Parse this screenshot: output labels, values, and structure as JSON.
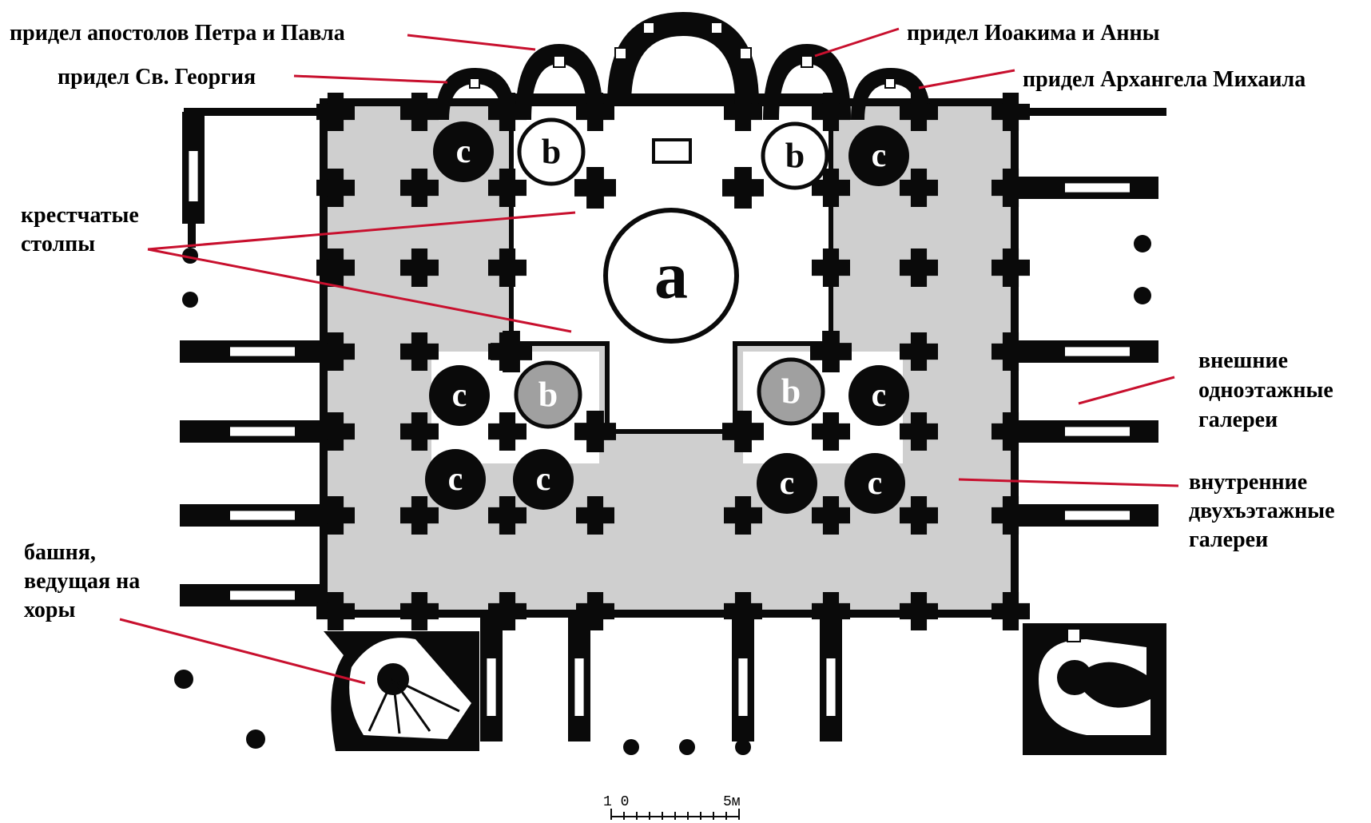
{
  "labels": {
    "chapel_peter_paul": "придел апостолов Петра и Павла",
    "chapel_george": "придел Св. Георгия",
    "chapel_joachim_anna": "придел Иоакима и Анны",
    "chapel_archangel_michael": "придел Архангела Михаила",
    "cross_pillars_1": "крестчатые",
    "cross_pillars_2": "столпы",
    "outer_galleries_1": "внешние",
    "outer_galleries_2": "одноэтажные",
    "outer_galleries_3": "галереи",
    "inner_galleries_1": "внутренние",
    "inner_galleries_2": "двухъэтажные",
    "inner_galleries_3": "галереи",
    "tower_1": "башня,",
    "tower_2": "ведущая на",
    "tower_3": "хоры"
  },
  "markers": {
    "a": "a",
    "b": "b",
    "c": "c"
  },
  "scale_bar": {
    "start": "1 0",
    "end": "5м"
  },
  "colors": {
    "wall": "#0a0a0a",
    "gallery_fill": "#cfcfcf",
    "leader_line": "#c8102e",
    "marker_b_grey": "#a0a0a0"
  }
}
